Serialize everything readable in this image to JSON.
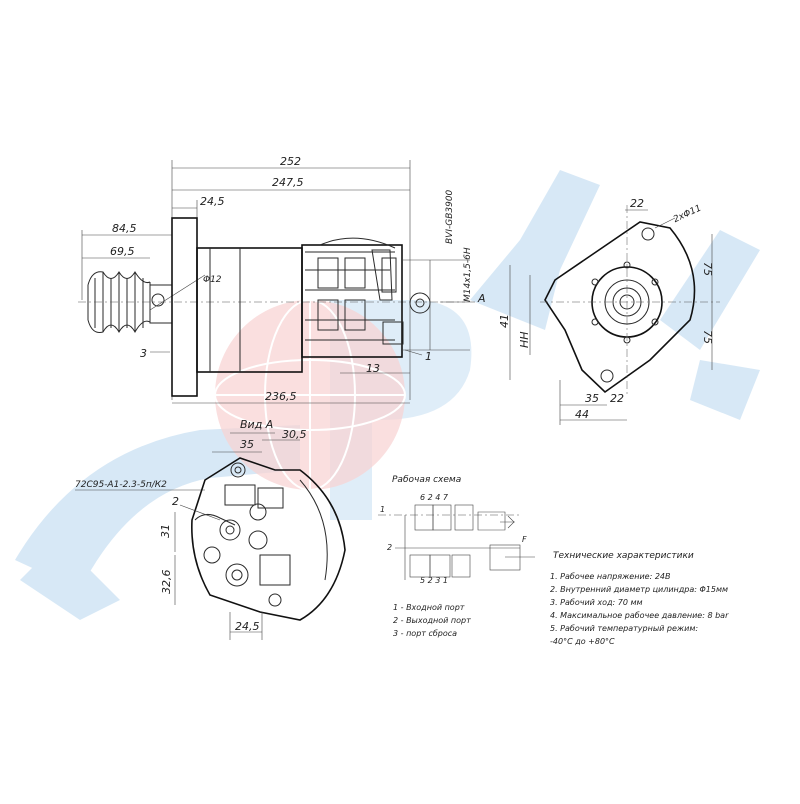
{
  "watermark": {
    "letters": "SPRL",
    "blue": "#cfe3f4",
    "red": "#f6c9c9"
  },
  "side_view": {
    "dims": {
      "overall_top": "252",
      "overall": "247,5",
      "flange": "24,5",
      "boot_length": "84,5",
      "boot_inner": "69,5",
      "bottom": "236,5",
      "valve_offset": "13",
      "thread": "M14x1,5-6H",
      "cable": "BVI-GB3900",
      "dia12": "Φ12",
      "h41": "41",
      "hh": "HH",
      "arrow": "A",
      "item1": "1",
      "item3": "3"
    }
  },
  "front_view": {
    "dims": {
      "top": "22",
      "holes": "2xΦ11",
      "h75a": "75",
      "h75b": "75",
      "b35": "35",
      "b22": "22",
      "b44": "44"
    }
  },
  "view_a": {
    "title": "Вид А",
    "part_no": "72С95-А1-2.3-5п/К2",
    "dims": {
      "d35": "35",
      "d30_5": "30,5",
      "v31": "31",
      "v32_6": "32,6",
      "b24_5": "24,5",
      "item2": "2"
    }
  },
  "schema": {
    "title": "Рабочая схема",
    "port_numbers_top": "6 2  4 7",
    "port_numbers_bottom": "5 2  3 1",
    "label_f": "F",
    "label_1": "1",
    "label_2": "2",
    "legend": [
      "1 - Входной порт",
      "2 - Выходной порт",
      "3 - порт сброса"
    ]
  },
  "specs": {
    "title": "Технические характеристики",
    "items": [
      "1. Рабочее напряжение: 24В",
      "2. Внутренний диаметр цилиндра: Φ15мм",
      "3. Рабочий ход: 70 мм",
      "4. Максимальное рабочее давление: 8 bar",
      "5. Рабочий температурный режим:",
      "-40°С до +80°С"
    ]
  }
}
